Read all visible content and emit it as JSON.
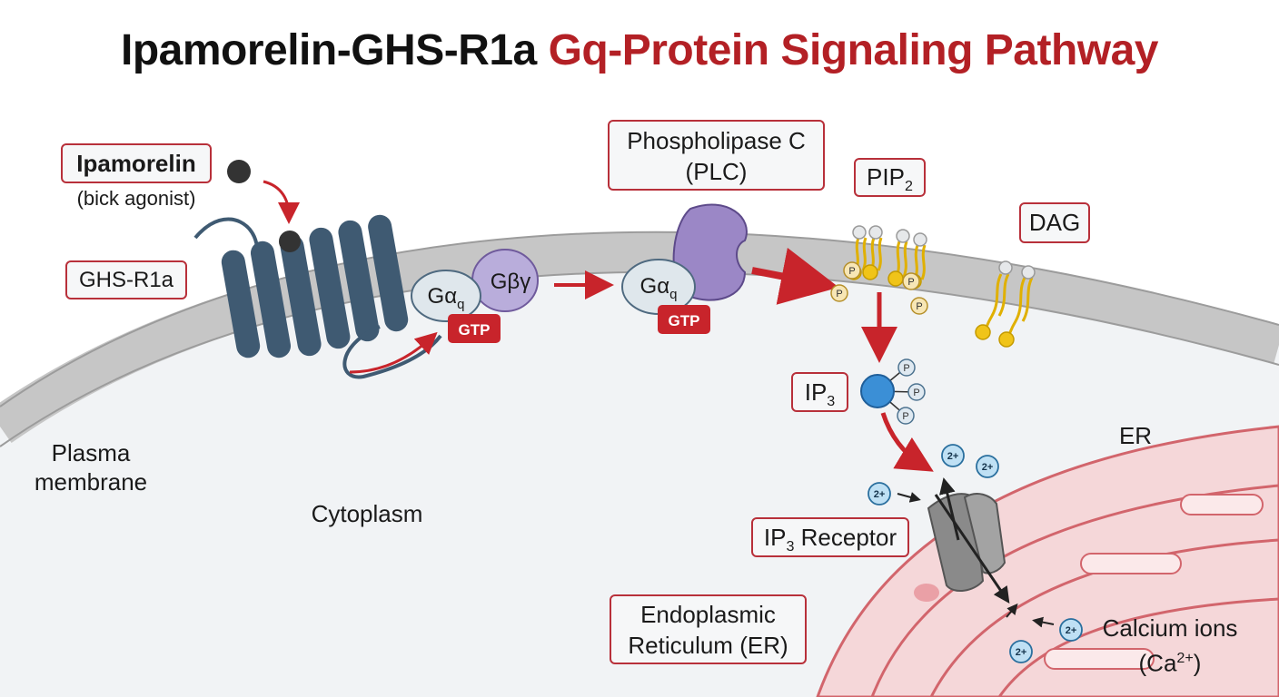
{
  "title": {
    "part1": "Ipamorelin-GHS-R1a",
    "part2": "Gq-Protein Signaling Pathway"
  },
  "labels": {
    "ipamorelin": "Ipamorelin",
    "agonist": "(bick agonist)",
    "ghsr1a": "GHS-R1a",
    "plc_line1": "Phospholipase C",
    "plc_line2": "(PLC)",
    "pip2_main": "PIP",
    "pip2_sub": "2",
    "dag": "DAG",
    "ip3_main": "IP",
    "ip3_sub": "3",
    "ip3r_main": "IP",
    "ip3r_sub": "3",
    "ip3r_rest": " Receptor",
    "er_line1": "Endoplasmic",
    "er_line2": "Reticulum (ER)",
    "er_short": "ER",
    "plasma_line1": "Plasma",
    "plasma_line2": "membrane",
    "cytoplasm": "Cytoplasm",
    "calcium_line1": "Calcium ions",
    "calcium_line2_pre": "(Ca",
    "calcium_line2_sup": "2+",
    "calcium_line2_post": ")"
  },
  "proteins": {
    "galpha_main": "Gα",
    "galpha_sub": "q",
    "gbetagamma": "Gβγ",
    "gtp": "GTP"
  },
  "ions": {
    "charge": "2+",
    "phosphate": "P"
  },
  "colors": {
    "accent_red": "#b32025",
    "label_border": "#b8303a",
    "membrane": "#c9c9c9",
    "cytoplasm": "#f2f4f6",
    "receptor": "#3f5a72",
    "plc": "#9b87c6",
    "gbg": "#b9addb",
    "galpha": "#dfe7ec",
    "lipid": "#f0c419",
    "ip3": "#3b8fd6",
    "ion": "#bfe0f4",
    "er": "#f3cfd2",
    "er_stroke": "#d2656c",
    "channel": "#8a8a8a"
  }
}
